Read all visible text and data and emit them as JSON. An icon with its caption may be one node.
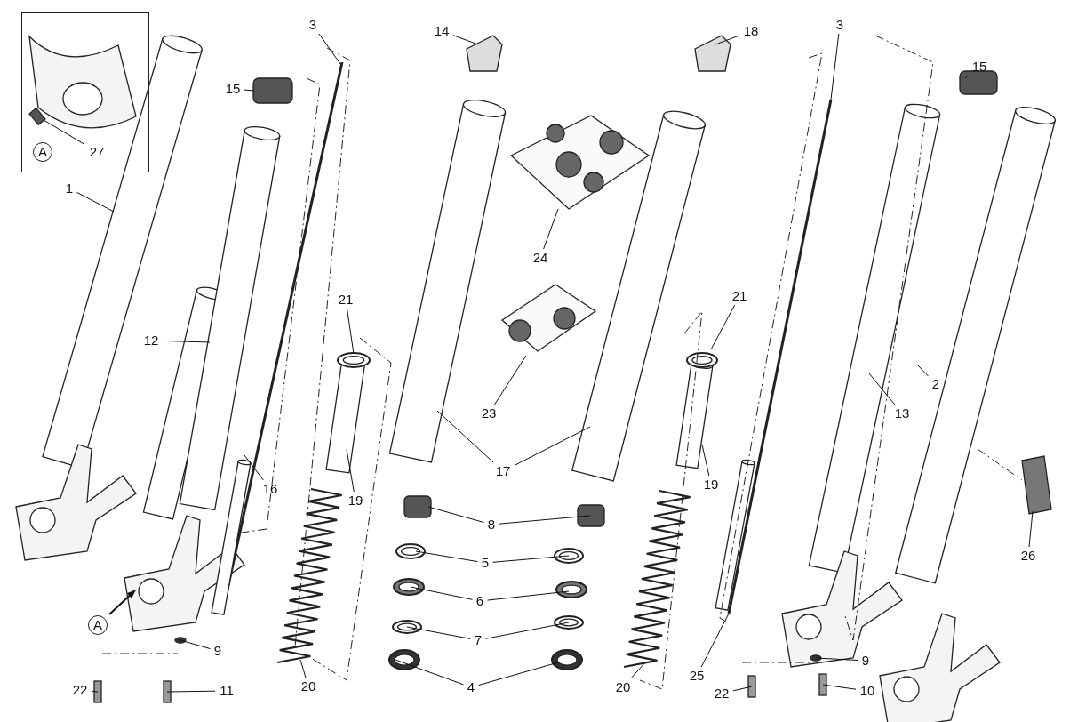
{
  "diagram": {
    "nodes": [
      {
        "text": [],
        "shape": "box"
      },
      {
        "text": [
          "A"
        ],
        "in": 0
      },
      {
        "text": [
          "27"
        ],
        "in": 0
      },
      {
        "text": [
          "3"
        ]
      },
      {
        "text": [
          "14"
        ]
      },
      {
        "text": [
          "18"
        ]
      },
      {
        "text": [
          "3"
        ]
      },
      {
        "text": [
          "15"
        ]
      },
      {
        "text": [
          "15"
        ]
      },
      {
        "text": [
          "1"
        ]
      },
      {
        "text": [
          "24"
        ]
      },
      {
        "text": [
          "12"
        ]
      },
      {
        "text": [
          "21"
        ]
      },
      {
        "text": [
          "21"
        ]
      },
      {
        "text": [
          "2"
        ]
      },
      {
        "text": [
          "23"
        ]
      },
      {
        "text": [
          "13"
        ]
      },
      {
        "text": [
          "16"
        ]
      },
      {
        "text": [
          "19"
        ]
      },
      {
        "text": [
          "17"
        ]
      },
      {
        "text": [
          "19"
        ]
      },
      {
        "text": [
          "8"
        ]
      },
      {
        "text": [
          "5"
        ]
      },
      {
        "text": [
          "26"
        ]
      },
      {
        "text": [
          "6"
        ]
      },
      {
        "text": [
          "A"
        ]
      },
      {
        "text": [
          "7"
        ]
      },
      {
        "text": [
          "9"
        ]
      },
      {
        "text": [
          "20"
        ]
      },
      {
        "text": [
          "4"
        ]
      },
      {
        "text": [
          "20"
        ]
      },
      {
        "text": [
          "25"
        ]
      },
      {
        "text": [
          "9"
        ]
      },
      {
        "text": [
          "22"
        ]
      },
      {
        "text": [
          "11"
        ]
      },
      {
        "text": [
          "22"
        ]
      },
      {
        "text": [
          "10"
        ]
      }
    ],
    "edges": [
      {
        "from": 2,
        "to": null,
        "arrow": "none"
      },
      {
        "from": 3,
        "to": null,
        "arrow": "none"
      },
      {
        "from": 4,
        "to": null,
        "arrow": "none"
      },
      {
        "from": 5,
        "to": null,
        "arrow": "none"
      },
      {
        "from": 6,
        "to": null,
        "arrow": "none"
      },
      {
        "from": 7,
        "to": null,
        "arrow": "none"
      },
      {
        "from": 8,
        "to": null,
        "arrow": "none"
      },
      {
        "from": 9,
        "to": null,
        "arrow": "none"
      },
      {
        "from": 10,
        "to": null,
        "arrow": "none"
      },
      {
        "from": 11,
        "to": null,
        "arrow": "none"
      },
      {
        "from": 12,
        "to": null,
        "arrow": "none"
      },
      {
        "from": 13,
        "to": null,
        "arrow": "none"
      },
      {
        "from": 14,
        "to": null,
        "arrow": "none"
      },
      {
        "from": 15,
        "to": null,
        "arrow": "none"
      },
      {
        "from": 16,
        "to": null,
        "arrow": "none"
      },
      {
        "from": 17,
        "to": null,
        "arrow": "none"
      },
      {
        "from": 18,
        "to": null,
        "arrow": "none"
      },
      {
        "from": 19,
        "to": null,
        "arrow": "none"
      },
      {
        "from": 19,
        "to": null,
        "arrow": "none"
      },
      {
        "from": 20,
        "to": null,
        "arrow": "none"
      },
      {
        "from": 21,
        "to": null,
        "arrow": "none"
      },
      {
        "from": 21,
        "to": null,
        "arrow": "none"
      },
      {
        "from": 22,
        "to": null,
        "arrow": "none"
      },
      {
        "from": 22,
        "to": null,
        "arrow": "none"
      },
      {
        "from": 23,
        "to": null,
        "arrow": "none"
      },
      {
        "from": 24,
        "to": null,
        "arrow": "none"
      },
      {
        "from": 24,
        "to": null,
        "arrow": "none"
      },
      {
        "from": 25,
        "to": null,
        "arrow": "to"
      },
      {
        "from": 26,
        "to": null,
        "arrow": "none"
      },
      {
        "from": 26,
        "to": null,
        "arrow": "none"
      },
      {
        "from": 27,
        "to": null,
        "arrow": "none"
      },
      {
        "from": 28,
        "to": null,
        "arrow": "none"
      },
      {
        "from": 29,
        "to": null,
        "arrow": "none"
      },
      {
        "from": 29,
        "to": null,
        "arrow": "none"
      },
      {
        "from": 30,
        "to": null,
        "arrow": "none"
      },
      {
        "from": 31,
        "to": null,
        "arrow": "none"
      },
      {
        "from": 32,
        "to": null,
        "arrow": "none"
      },
      {
        "from": 33,
        "to": null,
        "arrow": "none"
      },
      {
        "from": 34,
        "to": null,
        "arrow": "none"
      },
      {
        "from": 35,
        "to": null,
        "arrow": "none"
      },
      {
        "from": 36,
        "to": null,
        "arrow": "none"
      }
    ]
  }
}
